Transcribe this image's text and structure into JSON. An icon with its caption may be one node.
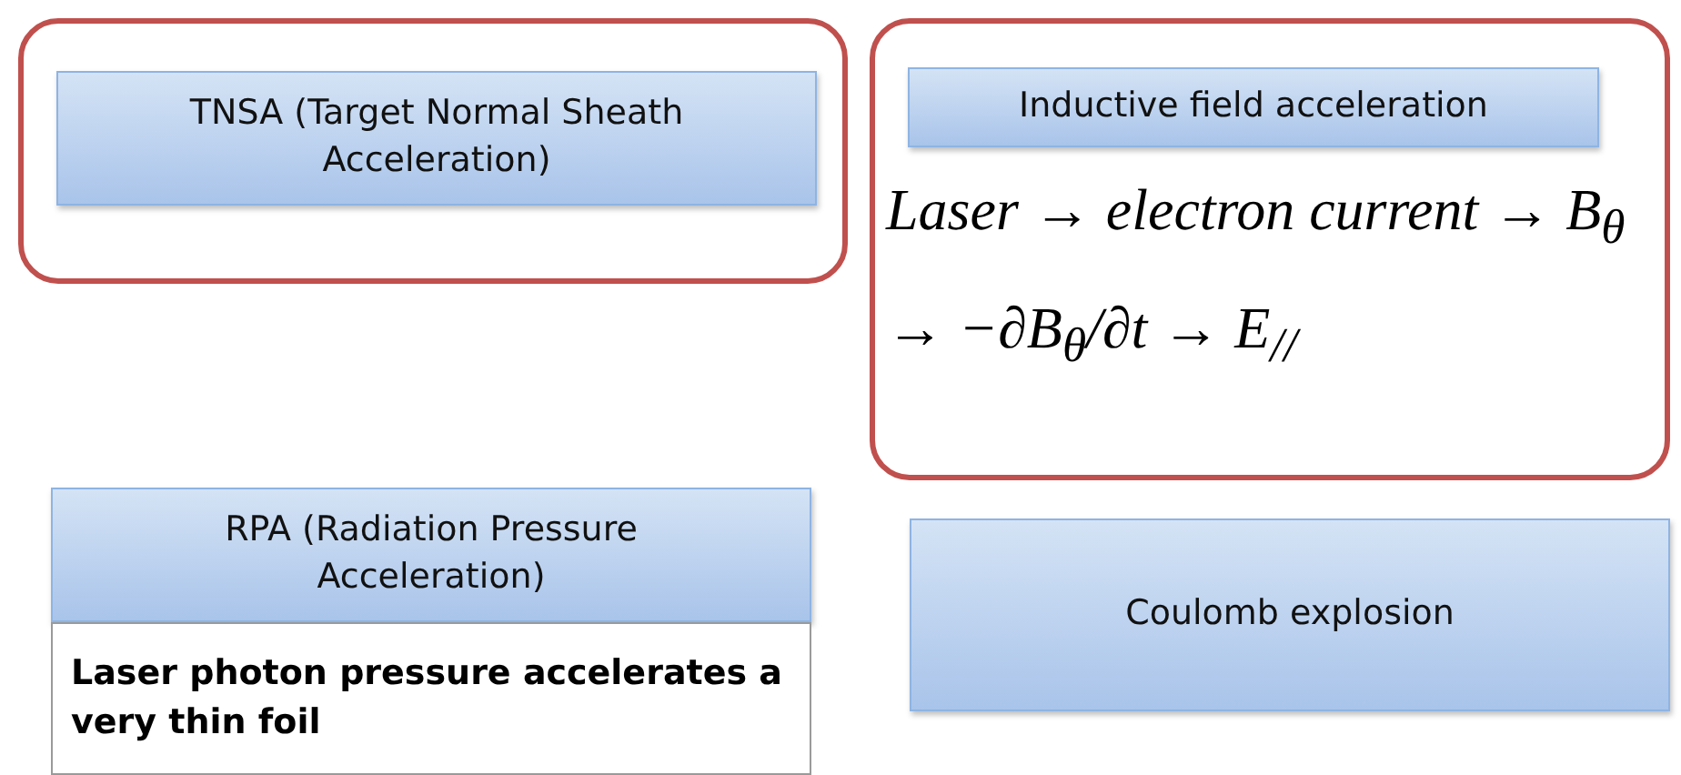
{
  "diagram": {
    "nodes": [
      {
        "text": [],
        "shape": "box"
      },
      {
        "text": [
          "TNSA (Target Normal Sheath Acceleration)"
        ],
        "in": 0
      },
      {
        "text": [
          "Laser → electron current → B$_{θ}$ → −∂B$_{θ}$/∂t → E$_{//}$"
        ]
      },
      {
        "text": [
          "Inductive field acceleration"
        ],
        "in": 2
      },
      {
        "text": [
          "RPA (Radiation Pressure Acceleration)",
          "Laser photon pressure accelerates a very thin foil"
        ]
      },
      {
        "text": [
          "Coulomb explosion"
        ]
      }
    ],
    "edges": []
  }
}
